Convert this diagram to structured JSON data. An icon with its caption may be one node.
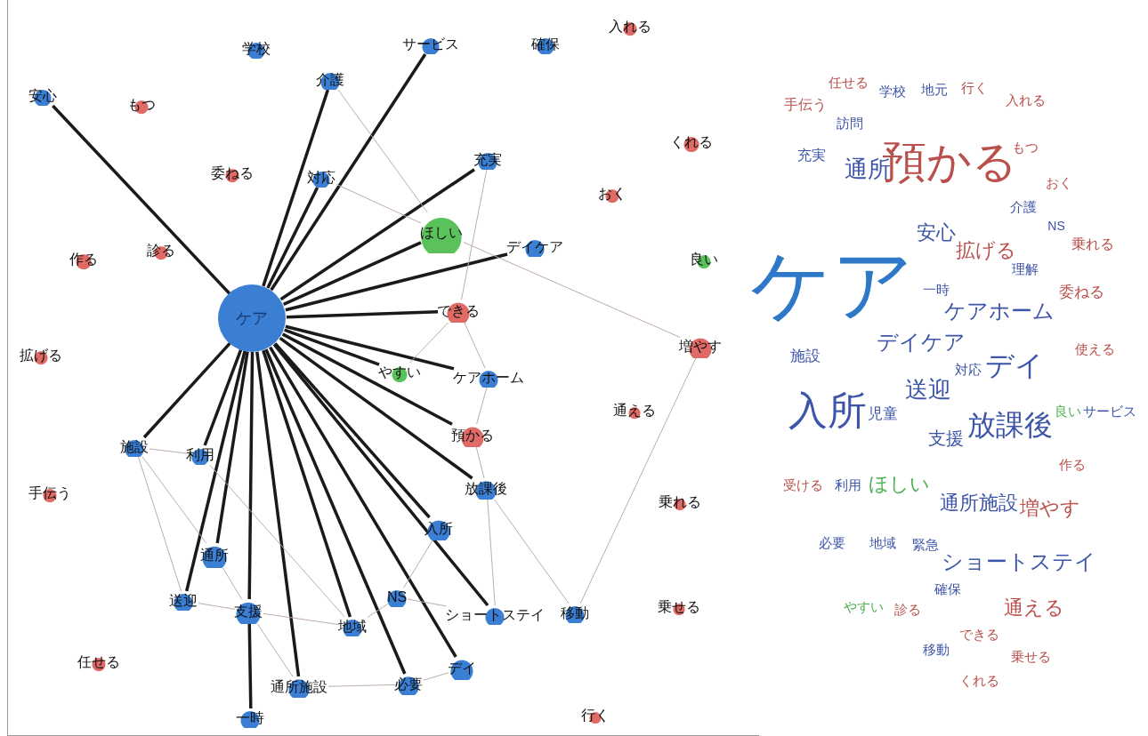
{
  "diagram": {
    "nodes": [
      {
        "text": [
          "ケア"
        ]
      },
      {
        "text": [
          "学校"
        ]
      },
      {
        "text": [
          "介護"
        ]
      },
      {
        "text": [
          "サービス"
        ]
      },
      {
        "text": [
          "確保"
        ]
      },
      {
        "text": [
          "入れる"
        ]
      },
      {
        "text": [
          "安心"
        ]
      },
      {
        "text": [
          "もつ"
        ]
      },
      {
        "text": [
          "委ねる"
        ]
      },
      {
        "text": [
          "対応"
        ]
      },
      {
        "text": [
          "充実"
        ]
      },
      {
        "text": [
          "くれる"
        ]
      },
      {
        "text": [
          "おく"
        ]
      },
      {
        "text": [
          "作る"
        ]
      },
      {
        "text": [
          "診る"
        ]
      },
      {
        "text": [
          "ほしい"
        ]
      },
      {
        "text": [
          "デイケア"
        ]
      },
      {
        "text": [
          "良い"
        ]
      },
      {
        "text": [
          "できる"
        ]
      },
      {
        "text": [
          "やすい"
        ]
      },
      {
        "text": [
          "増やす"
        ]
      },
      {
        "text": [
          "拡げる"
        ]
      },
      {
        "text": [
          "ケアホーム"
        ]
      },
      {
        "text": [
          "通える"
        ]
      },
      {
        "text": [
          "預かる"
        ]
      },
      {
        "text": [
          "施設"
        ]
      },
      {
        "text": [
          "利用"
        ]
      },
      {
        "text": [
          "手伝う"
        ]
      },
      {
        "text": [
          "放課後"
        ]
      },
      {
        "text": [
          "乗れる"
        ]
      },
      {
        "text": [
          "入所"
        ]
      },
      {
        "text": [
          "通所"
        ]
      },
      {
        "text": [
          "送迎"
        ]
      },
      {
        "text": [
          "支援"
        ]
      },
      {
        "text": [
          "地域"
        ]
      },
      {
        "text": [
          "NS"
        ]
      },
      {
        "text": [
          "ショートステイ"
        ]
      },
      {
        "text": [
          "移動"
        ]
      },
      {
        "text": [
          "乗せる"
        ]
      },
      {
        "text": [
          "任せる"
        ]
      },
      {
        "text": [
          "デイ"
        ]
      },
      {
        "text": [
          "必要"
        ]
      },
      {
        "text": [
          "通所施設"
        ]
      },
      {
        "text": [
          "一時"
        ]
      },
      {
        "text": [
          "行く"
        ]
      }
    ],
    "edges": [
      {
        "from": 0,
        "to": 6,
        "arrow": "none",
        "style": "thick"
      },
      {
        "from": 0,
        "to": 2,
        "arrow": "none",
        "style": "thick"
      },
      {
        "from": 0,
        "to": 3,
        "arrow": "none",
        "style": "thick"
      },
      {
        "from": 0,
        "to": 9,
        "arrow": "none",
        "style": "thick"
      },
      {
        "from": 0,
        "to": 10,
        "arrow": "none",
        "style": "thick"
      },
      {
        "from": 0,
        "to": 15,
        "arrow": "none",
        "style": "thick"
      },
      {
        "from": 0,
        "to": 16,
        "arrow": "none",
        "style": "thick"
      },
      {
        "from": 0,
        "to": 18,
        "arrow": "none",
        "style": "thick"
      },
      {
        "from": 0,
        "to": 19,
        "arrow": "none",
        "style": "thick"
      },
      {
        "from": 0,
        "to": 22,
        "arrow": "none",
        "style": "thick"
      },
      {
        "from": 0,
        "to": 24,
        "arrow": "none",
        "style": "thick"
      },
      {
        "from": 0,
        "to": 28,
        "arrow": "none",
        "style": "thick"
      },
      {
        "from": 0,
        "to": 30,
        "arrow": "none",
        "style": "thick"
      },
      {
        "from": 0,
        "to": 36,
        "arrow": "none",
        "style": "thick"
      },
      {
        "from": 0,
        "to": 40,
        "arrow": "none",
        "style": "thick"
      },
      {
        "from": 0,
        "to": 41,
        "arrow": "none",
        "style": "thick"
      },
      {
        "from": 0,
        "to": 34,
        "arrow": "none",
        "style": "thick"
      },
      {
        "from": 0,
        "to": 42,
        "arrow": "none",
        "style": "thick"
      },
      {
        "from": 0,
        "to": 33,
        "arrow": "none",
        "style": "thick"
      },
      {
        "from": 0,
        "to": 31,
        "arrow": "none",
        "style": "thick"
      },
      {
        "from": 0,
        "to": 26,
        "arrow": "none",
        "style": "thick"
      },
      {
        "from": 0,
        "to": 32,
        "arrow": "none",
        "style": "thick"
      },
      {
        "from": 0,
        "to": 25,
        "arrow": "none",
        "style": "thick"
      },
      {
        "from": 33,
        "to": 43,
        "arrow": "none",
        "style": "thick"
      },
      {
        "from": 15,
        "to": 20,
        "arrow": "none",
        "color": "#bcaca5"
      },
      {
        "from": 37,
        "to": 20,
        "arrow": "none",
        "color": "#bcaca5"
      },
      {
        "from": 10,
        "to": 18,
        "arrow": "none",
        "color": "#bcaca5"
      },
      {
        "from": 2,
        "to": 15,
        "arrow": "none",
        "color": "#bcaca5"
      },
      {
        "from": 9,
        "to": 15,
        "arrow": "none",
        "color": "#bcaca5"
      },
      {
        "from": 18,
        "to": 22,
        "arrow": "none",
        "color": "#bcaca5"
      },
      {
        "from": 19,
        "to": 18,
        "arrow": "none",
        "color": "#bcaca5"
      },
      {
        "from": 22,
        "to": 24,
        "arrow": "none",
        "color": "#bcaca5"
      },
      {
        "from": 24,
        "to": 28,
        "arrow": "none",
        "color": "#bcaca5"
      },
      {
        "from": 28,
        "to": 37,
        "arrow": "none",
        "color": "#bcaca5"
      },
      {
        "from": 28,
        "to": 36,
        "arrow": "none",
        "color": "#bcaca5"
      },
      {
        "from": 30,
        "to": 35,
        "arrow": "none",
        "color": "#bcaca5"
      },
      {
        "from": 35,
        "to": 36,
        "arrow": "none",
        "color": "#bcaca5"
      },
      {
        "from": 34,
        "to": 35,
        "arrow": "none",
        "color": "#bcaca5"
      },
      {
        "from": 25,
        "to": 31,
        "arrow": "none",
        "color": "#bcaca5"
      },
      {
        "from": 25,
        "to": 32,
        "arrow": "none",
        "color": "#bcaca5"
      },
      {
        "from": 25,
        "to": 26,
        "arrow": "none",
        "color": "#bcaca5"
      },
      {
        "from": 26,
        "to": 34,
        "arrow": "none",
        "color": "#bcaca5"
      },
      {
        "from": 33,
        "to": 34,
        "arrow": "none",
        "color": "#bcaca5"
      },
      {
        "from": 33,
        "to": 42,
        "arrow": "none",
        "color": "#bcaca5"
      },
      {
        "from": 31,
        "to": 33,
        "arrow": "none",
        "color": "#bcaca5"
      },
      {
        "from": 32,
        "to": 33,
        "arrow": "none",
        "color": "#bcaca5"
      },
      {
        "from": 41,
        "to": 40,
        "arrow": "none",
        "color": "#bcaca5"
      },
      {
        "from": 42,
        "to": 41,
        "arrow": "none",
        "color": "#bcaca5"
      }
    ],
    "labels": [
      "手伝う",
      "任せる",
      "学校",
      "地元",
      "行く",
      "入れる",
      "訪問",
      "充実",
      "通所",
      "預かる",
      "もつ",
      "おく",
      "介護",
      "NS",
      "ケア",
      "安心",
      "拡げる",
      "理解",
      "乗れる",
      "施設",
      "一時",
      "委ねる",
      "ケアホーム",
      "デイケア",
      "使える",
      "対応",
      "デイ",
      "送迎",
      "入所",
      "児童",
      "支援",
      "放課後",
      "良い",
      "サービス",
      "作る",
      "受ける",
      "利用",
      "ほしい",
      "通所施設",
      "増やす",
      "必要",
      "地域",
      "緊急",
      "ショートステイ",
      "やすい",
      "診る",
      "確保",
      "通える",
      "移動",
      "できる",
      "乗せる",
      "くれる"
    ]
  }
}
